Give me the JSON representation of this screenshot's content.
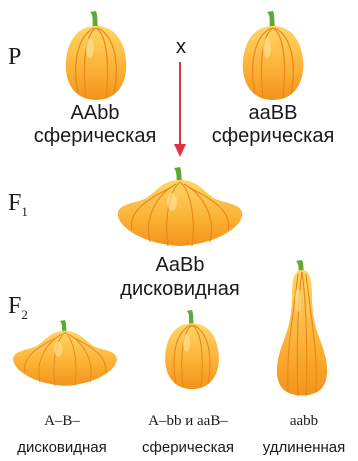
{
  "generations": {
    "p": "P",
    "f1_letter": "F",
    "f1_sub": "1",
    "f2_letter": "F",
    "f2_sub": "2"
  },
  "cross_symbol": "x",
  "parents": [
    {
      "genotype": "AAbb",
      "phenotype": "сферическая"
    },
    {
      "genotype": "aaBB",
      "phenotype": "сферическая"
    }
  ],
  "f1": {
    "genotype": "AaBb",
    "phenotype": "дисковидная"
  },
  "f2": [
    {
      "genotype": "A–B–",
      "phenotype": "дисковидная"
    },
    {
      "genotype": "A–bb и aaB–",
      "phenotype": "сферическая"
    },
    {
      "genotype": "aabb",
      "phenotype": "удлиненная"
    }
  ],
  "colors": {
    "pumpkin_light": "#FFC84A",
    "pumpkin_dark": "#F59A1C",
    "stem": "#5FA838",
    "arrow": "#E0343C"
  }
}
